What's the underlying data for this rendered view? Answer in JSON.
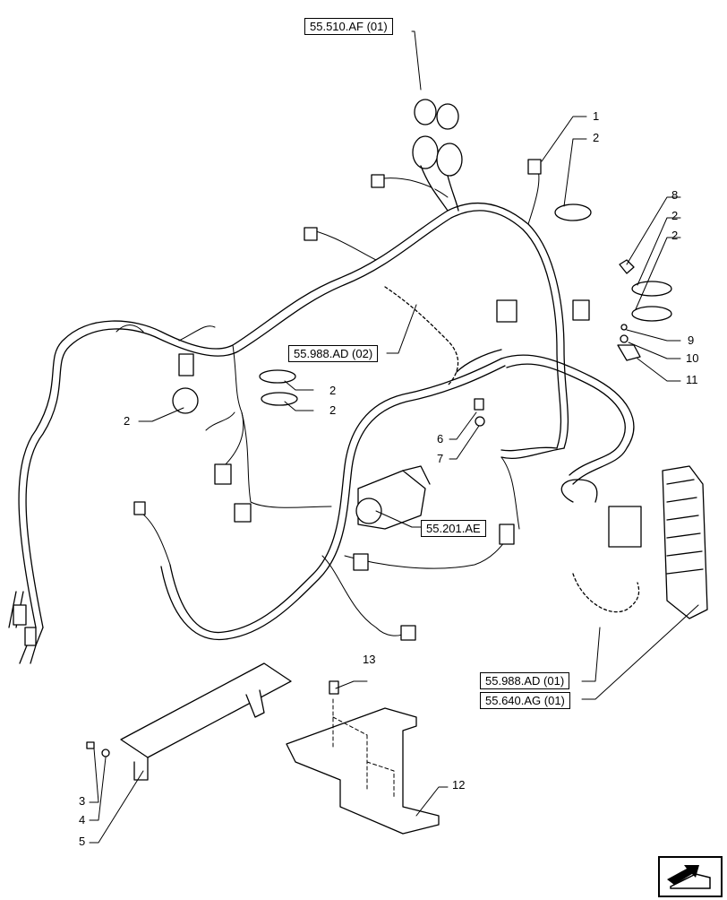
{
  "references": {
    "r1": "55.510.AF (01)",
    "r2": "55.988.AD (02)",
    "r3": "55.201.AE",
    "r4": "55.988.AD (01)",
    "r5": "55.640.AG (01)"
  },
  "callouts": {
    "c1": "1",
    "c2": "2",
    "c2b": "2",
    "c2c": "2",
    "c2d": "2",
    "c2e": "2",
    "c2f": "2",
    "c3": "3",
    "c4": "4",
    "c5": "5",
    "c6": "6",
    "c7": "7",
    "c8": "8",
    "c9": "9",
    "c10": "10",
    "c11": "11",
    "c12": "12",
    "c13": "13"
  },
  "navigation": {
    "icon": "next-page-arrow-icon"
  }
}
